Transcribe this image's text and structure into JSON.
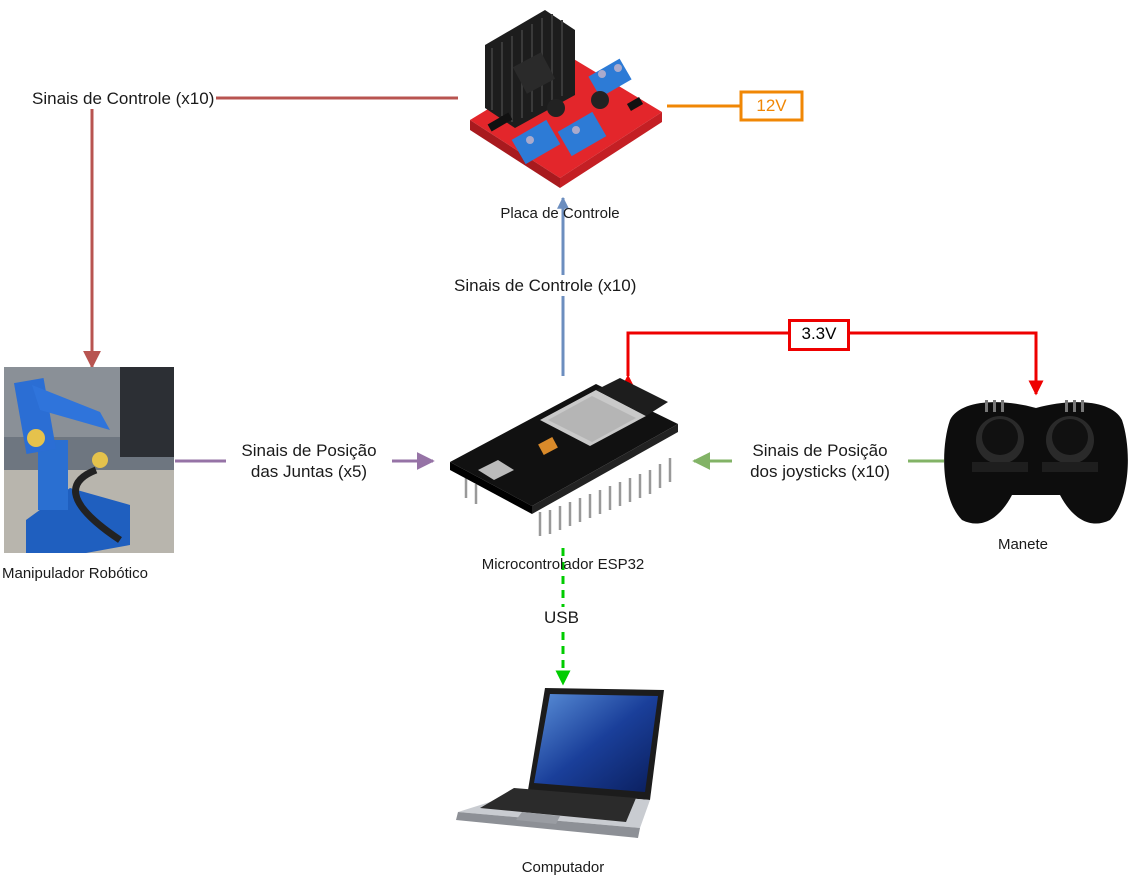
{
  "nodes": {
    "control_board": {
      "caption": "Placa de Controle",
      "icon": "motor-driver-board"
    },
    "robot_arm": {
      "caption": "Manipulador Robótico",
      "icon": "robot-arm-photo"
    },
    "esp32": {
      "caption": "Microcontrolador ESP32",
      "icon": "esp32-board"
    },
    "gamepad": {
      "caption": "Manete",
      "icon": "joystick-gamepad"
    },
    "computer": {
      "caption": "Computador",
      "icon": "laptop"
    }
  },
  "edges": {
    "board_to_arm": {
      "label": "Sinais de Controle (x10)",
      "color": "#b85450"
    },
    "esp_to_board": {
      "label": "Sinais de Controle (x10)",
      "color": "#6c8ebf"
    },
    "arm_to_esp": {
      "label_line1": "Sinais de Posição",
      "label_line2": "das Juntas (x5)",
      "color": "#9673a6"
    },
    "gamepad_to_esp": {
      "label_line1": "Sinais de Posição",
      "label_line2": "dos joysticks (x10)",
      "color": "#82b366"
    },
    "esp_to_computer": {
      "label": "USB",
      "color": "#00cc00"
    },
    "power_3v3": {
      "label": "3.3V",
      "color": "#ee0000"
    },
    "power_12v": {
      "label": "12V",
      "color": "#f08705"
    }
  }
}
